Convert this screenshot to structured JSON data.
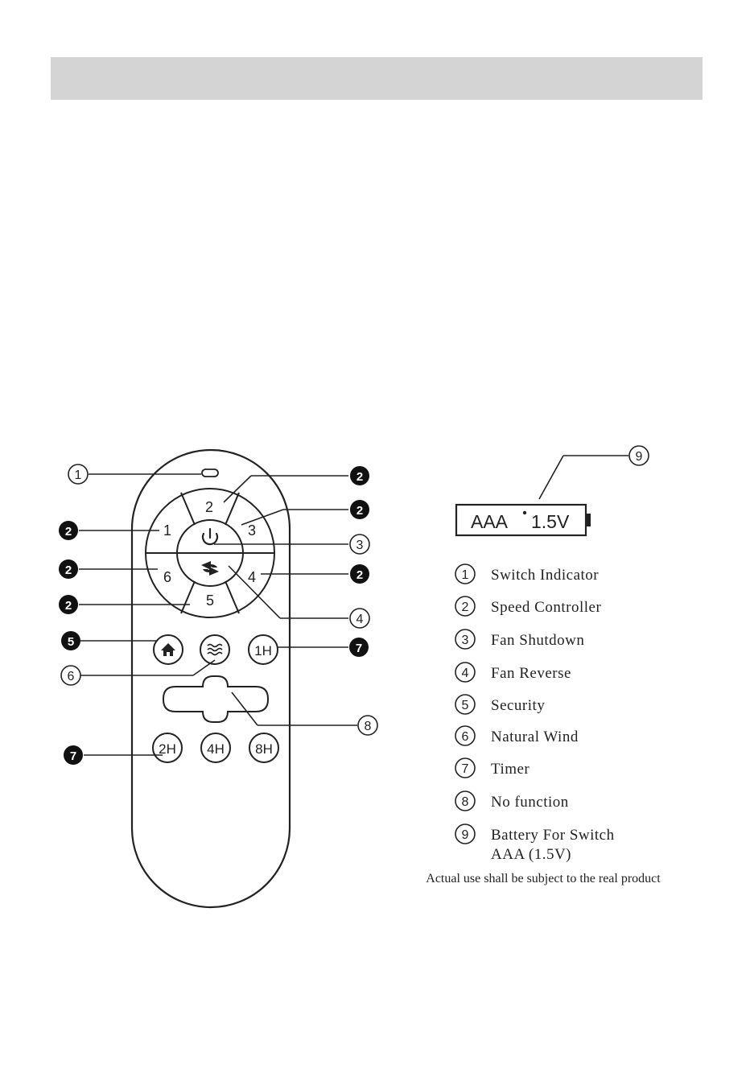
{
  "remote": {
    "ring_buttons": {
      "speed_2": "2",
      "speed_3": "3",
      "speed_1": "1",
      "speed_4": "4",
      "speed_6": "6",
      "speed_5": "5"
    },
    "timer_buttons": {
      "t1h": "1H",
      "t2h": "2H",
      "t4h": "4H",
      "t8h": "8H"
    },
    "power_icon": "power-icon",
    "reverse_icon": "reverse-icon",
    "home_icon": "home-icon",
    "wind_icon": "wind-icon"
  },
  "callouts": {
    "c1": "1",
    "c2": "2",
    "c3": "3",
    "c4": "4",
    "c5": "5",
    "c6": "6",
    "c7": "7",
    "c8": "8",
    "c9": "9"
  },
  "battery": {
    "label": "AAA",
    "voltage": "1.5V"
  },
  "legend": [
    {
      "num": "1",
      "text": "Switch Indicator"
    },
    {
      "num": "2",
      "text": "Speed Controller"
    },
    {
      "num": "3",
      "text": "Fan Shutdown"
    },
    {
      "num": "4",
      "text": "Fan Reverse"
    },
    {
      "num": "5",
      "text": "Security"
    },
    {
      "num": "6",
      "text": "Natural Wind"
    },
    {
      "num": "7",
      "text": "Timer"
    },
    {
      "num": "8",
      "text": "No function"
    },
    {
      "num": "9",
      "text": "Battery For Switch",
      "text2": "AAA (1.5V)"
    }
  ],
  "note": "Actual use shall be subject to the real product"
}
